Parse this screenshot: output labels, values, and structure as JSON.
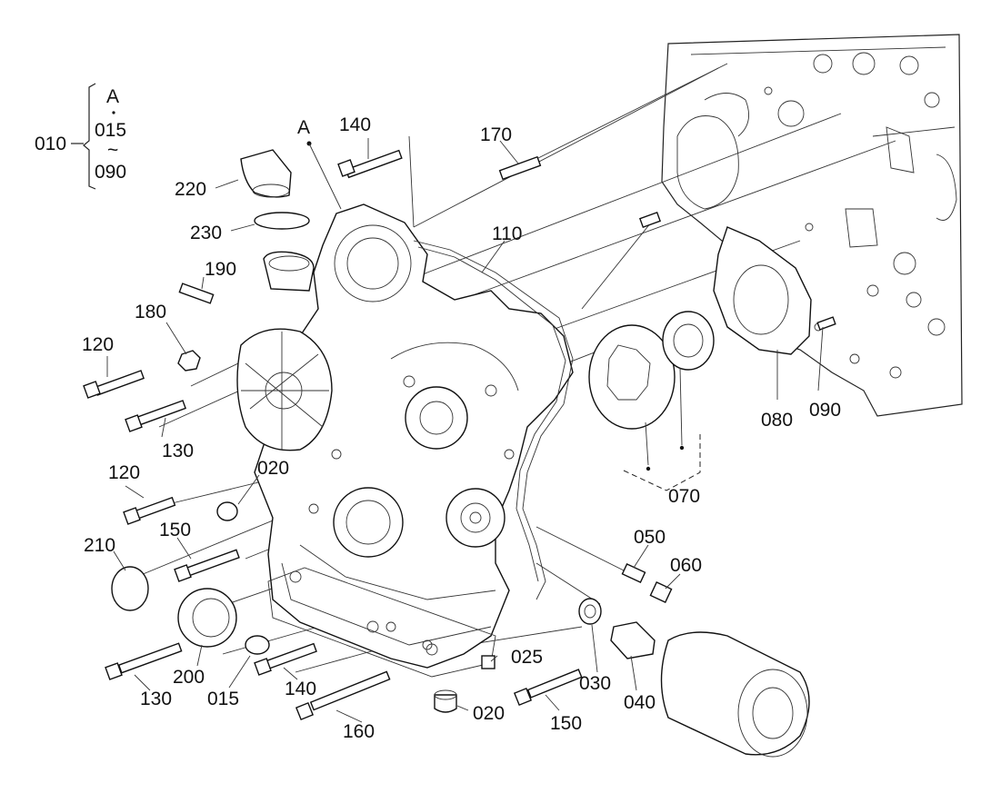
{
  "diagram": {
    "group_label": {
      "number": "010",
      "letter": "A",
      "from": "015",
      "tilde": "~",
      "to": "090"
    },
    "marker": "A",
    "callouts": {
      "c220": "220",
      "c230": "230",
      "c190": "190",
      "c180": "180",
      "c120a": "120",
      "c130a": "130",
      "c120b": "120",
      "c020a": "020",
      "c150a": "150",
      "c210": "210",
      "c200": "200",
      "c130b": "130",
      "c015": "015",
      "c140a": "140",
      "c160": "160",
      "c020b": "020",
      "c150b": "150",
      "c025": "025",
      "c030": "030",
      "c040": "040",
      "c050": "050",
      "c060": "060",
      "c140b": "140",
      "c170": "170",
      "c110": "110",
      "c070": "070",
      "c080": "080",
      "c090": "090"
    }
  }
}
